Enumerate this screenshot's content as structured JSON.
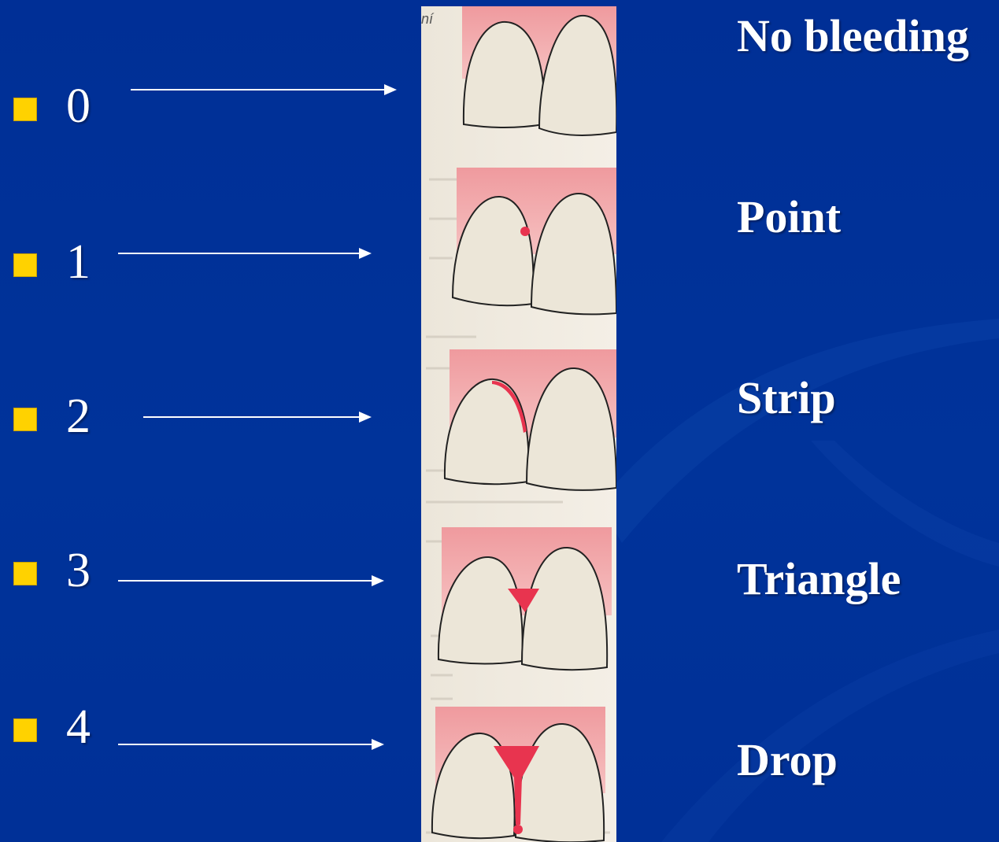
{
  "scores": [
    {
      "value": "0",
      "label": "No bleeding"
    },
    {
      "value": "1",
      "label": "Point"
    },
    {
      "value": "2",
      "label": "Strip"
    },
    {
      "value": "3",
      "label": "Triangle"
    },
    {
      "value": "4",
      "label": "Drop"
    }
  ],
  "illustration": {
    "corner_text": "ní"
  },
  "colors": {
    "background": "#003399",
    "bullet": "#ffd200",
    "text": "#ffffff",
    "gum": "#f0a6a6",
    "blood": "#e8344f",
    "tooth": "#ece6d8"
  }
}
